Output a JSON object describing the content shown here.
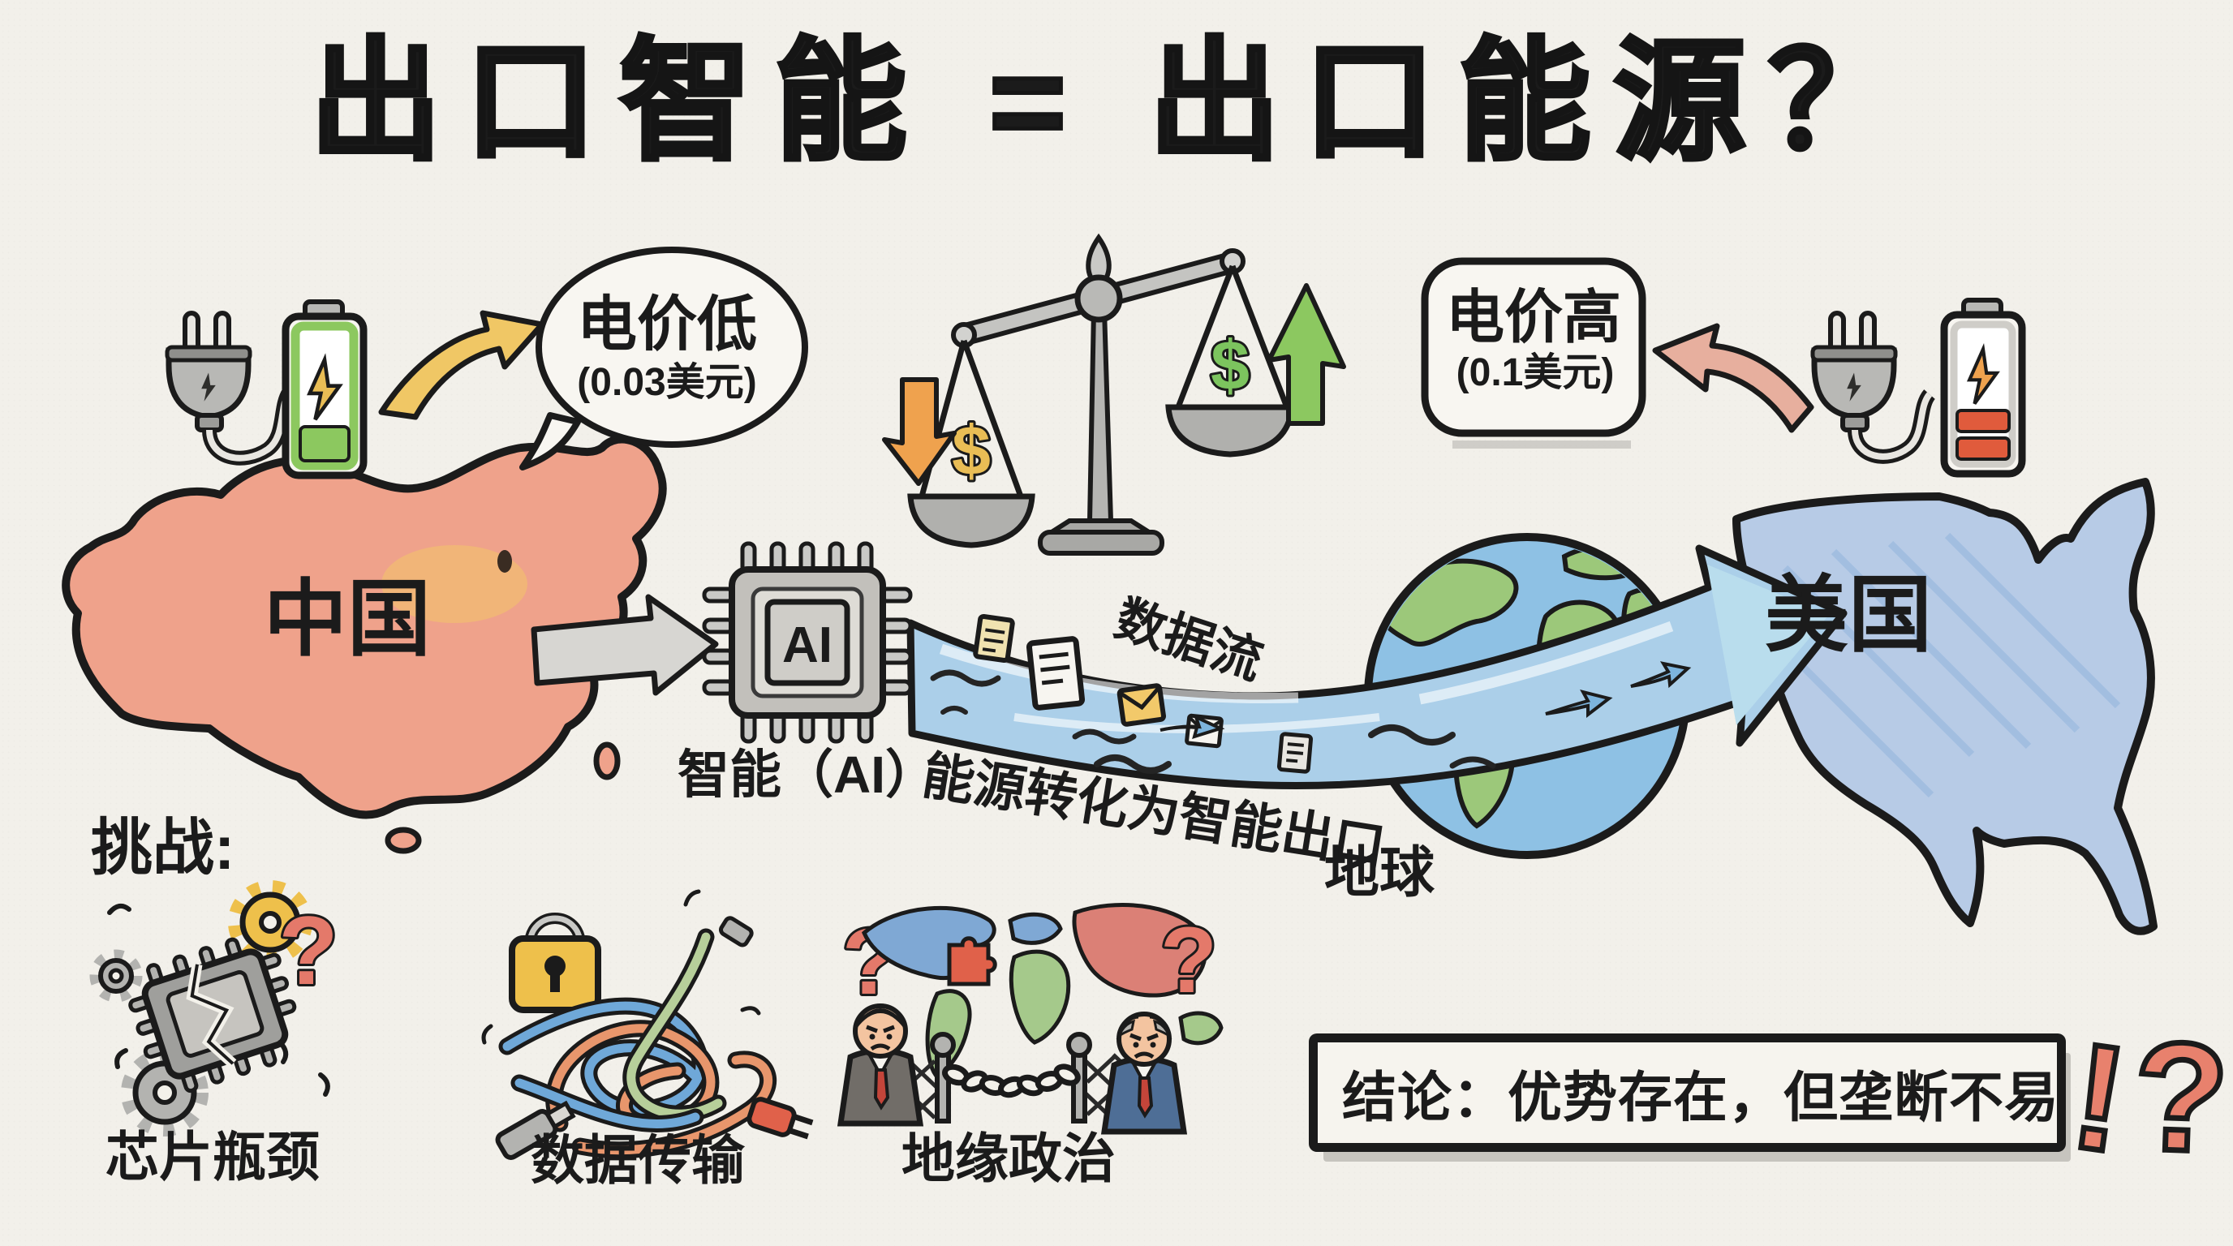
{
  "title": "出口智能 = 出口能源？",
  "price_low": {
    "label": "电价低",
    "value": "(0.03美元)"
  },
  "price_high": {
    "label": "电价高",
    "value": "(0.1美元)"
  },
  "countries": {
    "china": "中国",
    "usa": "美国"
  },
  "scale": {
    "left_symbol": "$",
    "right_symbol": "$"
  },
  "ai": {
    "chip_text": "AI",
    "caption": "智能（AI）"
  },
  "flow": {
    "data_flow": "数据流",
    "conversion": "能源转化为智能出口",
    "earth": "地球"
  },
  "challenges": {
    "heading": "挑战:",
    "items": [
      {
        "label": "芯片瓶颈"
      },
      {
        "label": "数据传输"
      },
      {
        "label": "地缘政治"
      }
    ],
    "marks": {
      "chip": "?",
      "data": "?",
      "geo": "?"
    }
  },
  "conclusion": {
    "text": "结论：优势存在，但垄断不易",
    "exclaim": "!",
    "question": "?"
  },
  "colors": {
    "paper": "#f2f0ea",
    "ink": "#1b1b1b",
    "china": "#efa28b",
    "usa": "#b7cbe6",
    "stream": "#abcfe9",
    "globe_sea": "#8ec1e4",
    "globe_land": "#9cc87a",
    "battery_green": "#8cc85f",
    "battery_red": "#e05b3c",
    "gold": "#e9bd55",
    "dollar_green": "#7cc45e",
    "alert": "#e4796a",
    "lock": "#eec04b",
    "arrow_yellow": "#f0c765",
    "arrow_pink": "#e7af9e",
    "arrow_orange": "#efa24e",
    "arrow_green": "#8cc860"
  }
}
